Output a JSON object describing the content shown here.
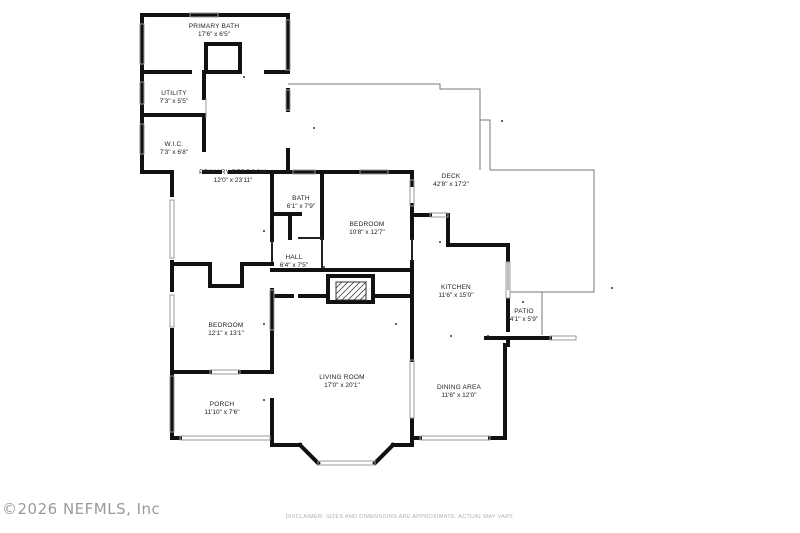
{
  "rooms": {
    "primary_bath": {
      "name": "PRIMARY BATH",
      "dim": "17'6\" x 6'5\""
    },
    "utility": {
      "name": "UTILITY",
      "dim": "7'3\" x 5'5\""
    },
    "wic": {
      "name": "W.I.C.",
      "dim": "7'3\" x 6'8\""
    },
    "primary_bedroom": {
      "name": "PRIMARY BEDROOM",
      "dim": "12'0\" x 23'11\""
    },
    "deck": {
      "name": "DECK",
      "dim": "42'8\" x 17'2\""
    },
    "bath": {
      "name": "BATH",
      "dim": "6'1\" x 7'9\""
    },
    "bedroom2": {
      "name": "BEDROOM",
      "dim": "10'8\" x 12'7\""
    },
    "hall": {
      "name": "HALL",
      "dim": "6'4\" x 7'5\""
    },
    "kitchen": {
      "name": "KITCHEN",
      "dim": "11'6\" x 15'0\""
    },
    "patio": {
      "name": "PATIO",
      "dim": "4'1\" x 5'9\""
    },
    "bedroom1": {
      "name": "BEDROOM",
      "dim": "12'1\" x 13'1\""
    },
    "living_room": {
      "name": "LIVING ROOM",
      "dim": "17'0\" x 20'1\""
    },
    "dining_area": {
      "name": "DINING AREA",
      "dim": "11'6\" x 12'0\""
    },
    "porch": {
      "name": "PORCH",
      "dim": "11'10\" x 7'6\""
    }
  },
  "watermark": "©2026 NEFMLS, Inc",
  "disclaimer": "DISCLAIMER: SIZES AND DIMENSIONS ARE APPROXIMATE, ACTUAL MAY VARY."
}
